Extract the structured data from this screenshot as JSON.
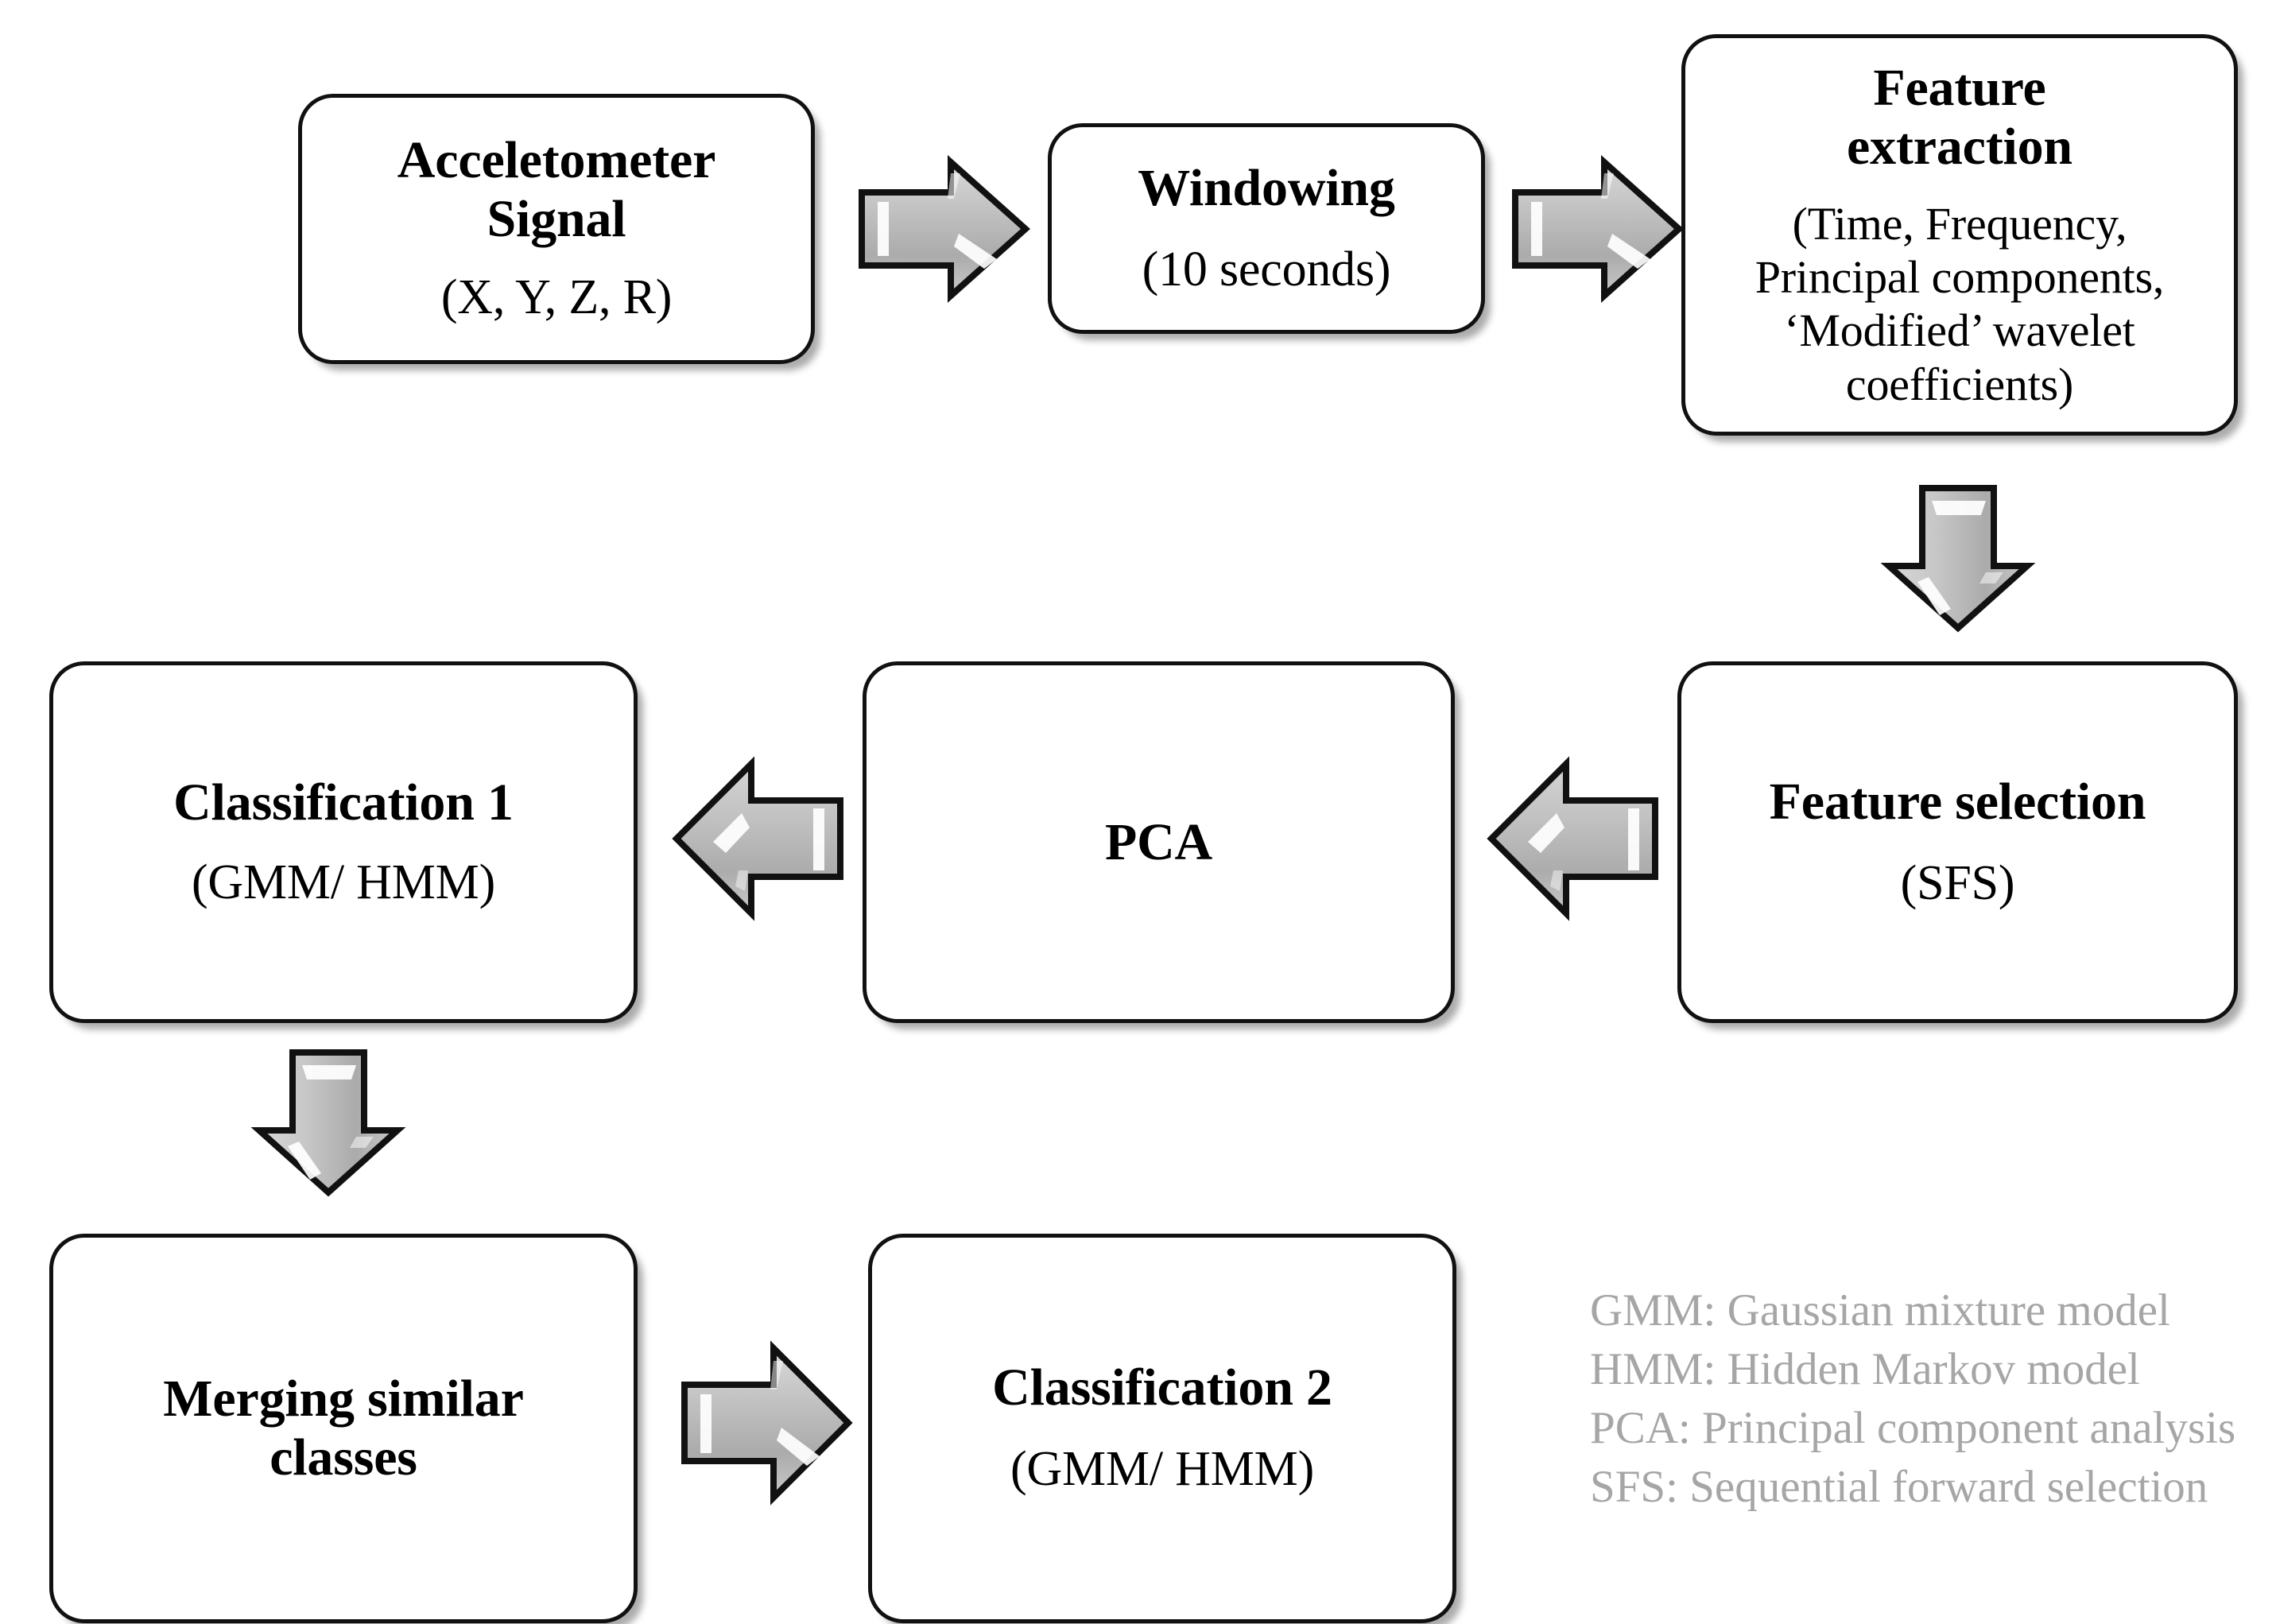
{
  "diagram": {
    "title_hidden": "",
    "nodes": [
      {
        "id": "accelerometer-signal",
        "title": "Acceletometer\nSignal",
        "title_line1": "Acceletometer",
        "title_line2": "Signal",
        "sub": "(X, Y, Z, R)"
      },
      {
        "id": "windowing",
        "title_line1": "Windowing",
        "sub": "(10 seconds)"
      },
      {
        "id": "feature-extraction",
        "title_line1": "Feature",
        "title_line2": "extraction",
        "sub": "(Time, Frequency, Principal components, ‘Modified’ wavelet coefficients)"
      },
      {
        "id": "feature-selection",
        "title_line1": "Feature selection",
        "sub": "(SFS)"
      },
      {
        "id": "pca",
        "title_line1": "PCA",
        "sub": ""
      },
      {
        "id": "classification-1",
        "title_line1": "Classification 1",
        "sub": "(GMM/ HMM)"
      },
      {
        "id": "merging-similar-classes",
        "title_line1": "Merging similar",
        "title_line2": "classes",
        "sub": ""
      },
      {
        "id": "classification-2",
        "title_line1": "Classification 2",
        "sub": "(GMM/ HMM)"
      }
    ],
    "arrows": [
      {
        "id": "arrow-signal-to-windowing",
        "direction": "right"
      },
      {
        "id": "arrow-windowing-to-feature-extraction",
        "direction": "right"
      },
      {
        "id": "arrow-feature-extraction-to-feature-selection",
        "direction": "down"
      },
      {
        "id": "arrow-feature-selection-to-pca",
        "direction": "left"
      },
      {
        "id": "arrow-pca-to-classification-1",
        "direction": "left"
      },
      {
        "id": "arrow-classification-1-to-merging",
        "direction": "down"
      },
      {
        "id": "arrow-merging-to-classification-2",
        "direction": "right"
      }
    ],
    "legend": [
      "GMM: Gaussian mixture model",
      "HMM: Hidden Markov model",
      "PCA: Principal component analysis",
      "SFS: Sequential forward selection"
    ],
    "colors": {
      "box_border": "#111111",
      "box_fill": "#ffffff",
      "arrow_fill_light": "#e6e6e6",
      "arrow_fill_mid": "#b6b6b6",
      "arrow_fill_dark": "#9a9a9a",
      "arrow_outline": "#111111",
      "legend_text": "#a6a6a6",
      "text": "#000000"
    }
  }
}
